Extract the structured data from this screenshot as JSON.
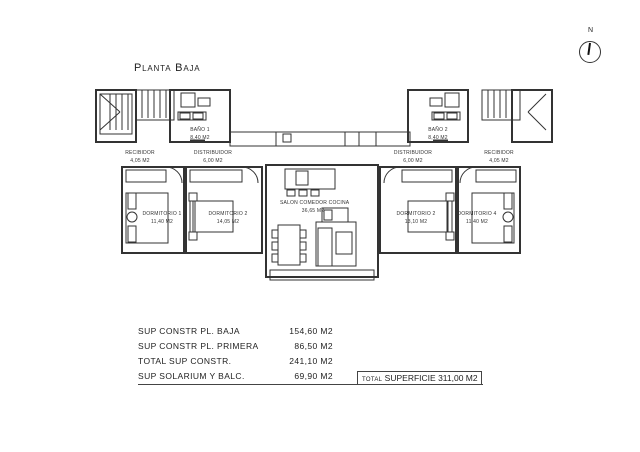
{
  "title": "Planta Baja",
  "compass": {
    "label": "N",
    "icon": "north-arrow-icon"
  },
  "rooms": [
    {
      "id": "bano-1",
      "name": "BAÑO 1",
      "area": "8,40 M2"
    },
    {
      "id": "bano-2",
      "name": "BAÑO 2",
      "area": "8,40 M2"
    },
    {
      "id": "recibidor-left",
      "name": "RECIBIDOR",
      "area": "4,05 M2"
    },
    {
      "id": "distribuidor-left",
      "name": "DISTRIBUIDOR",
      "area": "6,00 M2"
    },
    {
      "id": "distribuidor-right",
      "name": "DISTRIBUIDOR",
      "area": "6,00 M2"
    },
    {
      "id": "recibidor-right",
      "name": "RECIBIDOR",
      "area": "4,05 M2"
    },
    {
      "id": "dormitorio-1",
      "name": "DORMITORIO 1",
      "area": "11,40 M2"
    },
    {
      "id": "dormitorio-2-left",
      "name": "DORMITORIO 2",
      "area": "14,05 M2"
    },
    {
      "id": "salon",
      "name": "SALON COMEDOR COCINA",
      "area": "36,65 M2"
    },
    {
      "id": "dormitorio-2-right",
      "name": "DORMITORIO 2",
      "area": "13,10 M2"
    },
    {
      "id": "dormitorio-4",
      "name": "DORMITORIO 4",
      "area": "11,40 M2"
    }
  ],
  "summary": [
    {
      "label": "SUP CONSTR PL. BAJA",
      "value": "154,60 M2"
    },
    {
      "label": "SUP CONSTR PL. PRIMERA",
      "value": "86,50 M2"
    },
    {
      "label": "TOTAL SUP CONSTR.",
      "value": "241,10 M2"
    },
    {
      "label": "SUP SOLARIUM Y BALC.",
      "value": "69,90 M2"
    }
  ],
  "total": {
    "prefix": "TOTAL",
    "label": "SUPERFICIE",
    "value": "311,00 M2"
  }
}
